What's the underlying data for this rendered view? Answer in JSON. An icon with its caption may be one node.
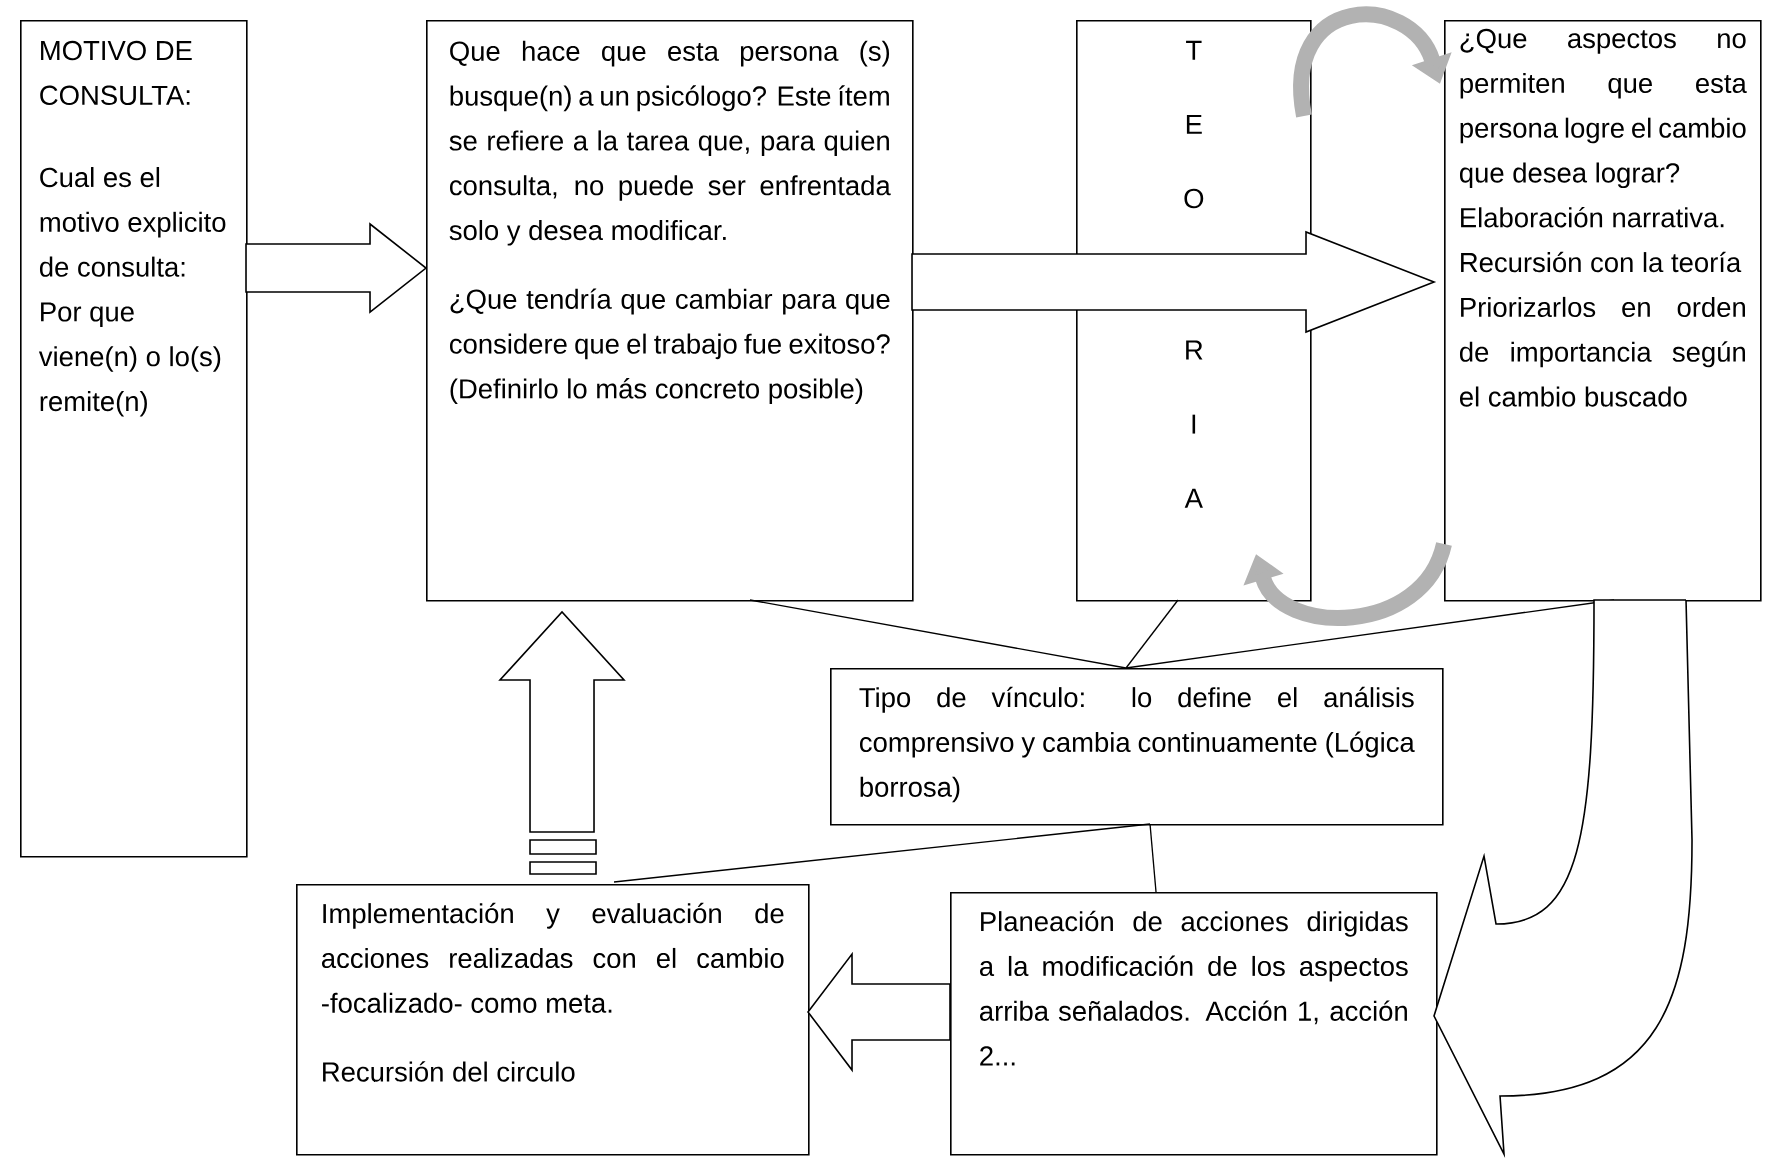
{
  "diagram": {
    "nodes": [
      {
        "text": [
          "MOTIVO DE CONSULTA:",
          "Cual es el motivo explicito de consulta: Por que viene(n) o lo(s) remite(n)"
        ]
      },
      {
        "text": [
          "Que hace que esta persona (s) busque(n) a un psicólogo? Este ítem se refiere a la tarea que, para quien consulta, no puede ser enfrentada solo y desea modificar.",
          "¿Que tendría que cambiar para que considere que el trabajo fue exitoso? (Definirlo lo más concreto posible)"
        ]
      },
      {
        "text": [
          "T",
          "E",
          "O",
          "R",
          "I",
          "A"
        ]
      },
      {
        "text": [
          "¿Que aspectos no permiten que esta persona logre el cambio que desea lograr?",
          "Elaboración narrativa.",
          "Recursión con la teoría",
          "Priorizarlos en orden de importancia según el cambio buscado"
        ]
      },
      {
        "text": [
          "Tipo de vínculo: lo define el análisis comprensivo y cambia continuamente (Lógica borrosa)"
        ]
      },
      {
        "text": [
          "Planeación de acciones dirigidas a la modificación de los aspectos arriba señalados. Acción 1, acción 2..."
        ]
      },
      {
        "text": [
          "Implementación y evaluación de acciones realizadas con el cambio -focalizado- como meta.",
          "Recursión del circulo"
        ]
      }
    ],
    "edges": [
      {
        "from": 0,
        "to": 1,
        "arrow": "to"
      },
      {
        "from": 1,
        "to": 3,
        "arrow": "to"
      },
      {
        "from": 2,
        "to": 3,
        "arrow": "to",
        "style": "thick",
        "color": "#b2b2b2"
      },
      {
        "from": 3,
        "to": 2,
        "arrow": "to",
        "style": "thick",
        "color": "#b2b2b2"
      },
      {
        "from": 1,
        "to": 4,
        "arrow": "none"
      },
      {
        "from": 2,
        "to": 4,
        "arrow": "none"
      },
      {
        "from": 3,
        "to": 4,
        "arrow": "none"
      },
      {
        "from": 4,
        "to": 5,
        "arrow": "none"
      },
      {
        "from": 4,
        "to": 6,
        "arrow": "none"
      },
      {
        "from": 3,
        "to": 5,
        "arrow": "to"
      },
      {
        "from": 5,
        "to": 6,
        "arrow": "to"
      },
      {
        "from": 6,
        "to": 1,
        "arrow": "to"
      }
    ]
  }
}
